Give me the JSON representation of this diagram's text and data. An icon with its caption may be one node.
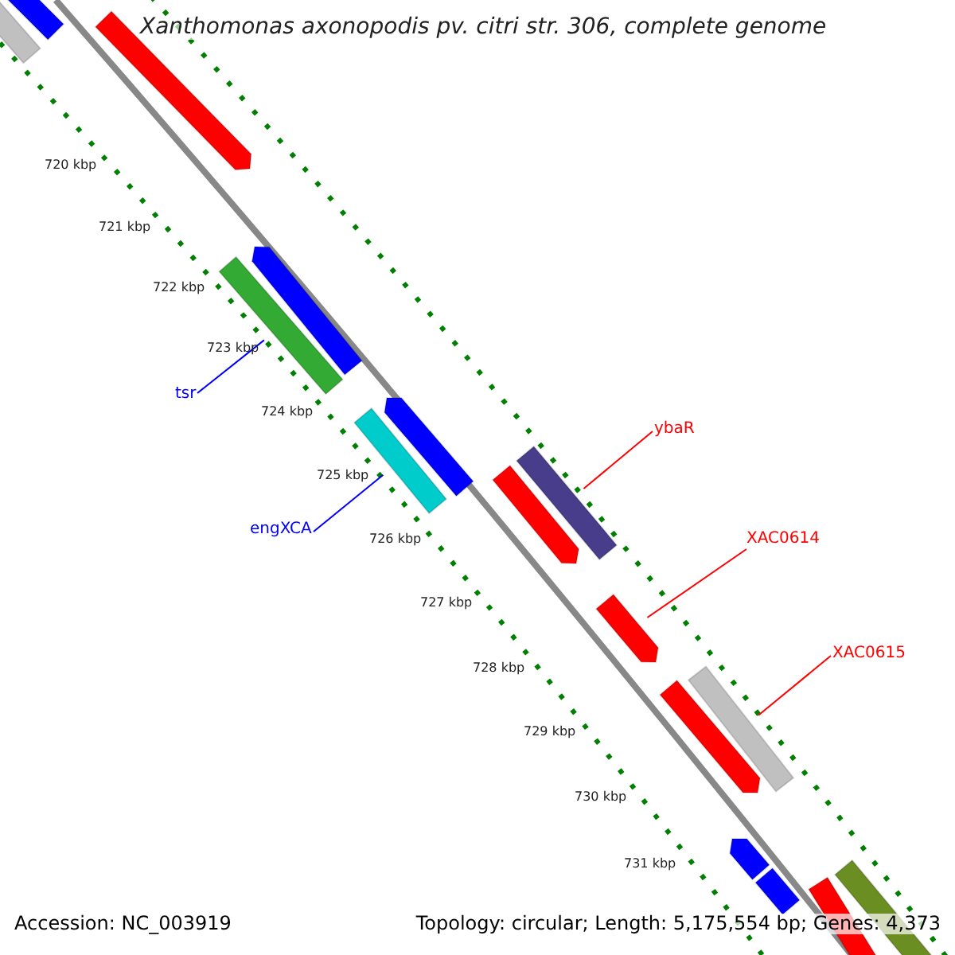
{
  "diagram": {
    "title": "Xanthomonas axonopodis pv. citri str. 306, complete genome",
    "nodes": [
      {
        "text": [
          "tsr"
        ]
      },
      {
        "text": [
          "ybaR"
        ]
      },
      {
        "text": [
          "engXCA"
        ]
      },
      {
        "text": [
          "XAC0614"
        ]
      },
      {
        "text": [
          "XAC0615"
        ]
      },
      {
        "text": [],
        "shape": "bar"
      },
      {
        "text": [],
        "shape": "bar"
      },
      {
        "text": [],
        "shape": "bar"
      },
      {
        "text": [],
        "shape": "bar"
      },
      {
        "text": [],
        "shape": "bar"
      },
      {
        "text": [],
        "shape": "bar"
      },
      {
        "text": [],
        "shape": "bar"
      },
      {
        "text": [],
        "shape": "bar"
      },
      {
        "text": [],
        "shape": "bar"
      },
      {
        "text": [],
        "shape": "bar"
      },
      {
        "text": [],
        "shape": "bar"
      },
      {
        "text": [],
        "shape": "bar"
      },
      {
        "text": [],
        "shape": "bar"
      },
      {
        "text": [],
        "shape": "bar"
      },
      {
        "text": [],
        "shape": "bar"
      },
      {
        "text": [],
        "shape": "bar"
      }
    ],
    "edges": [
      {
        "from": 0,
        "to": 9,
        "arrow": "none",
        "color": "#0000ff"
      },
      {
        "from": 1,
        "to": 12,
        "arrow": "none"
      },
      {
        "from": 2,
        "to": 11,
        "arrow": "none",
        "color": "#0000ff"
      },
      {
        "from": 3,
        "to": 14,
        "arrow": "none"
      },
      {
        "from": 4,
        "to": 15,
        "arrow": "none"
      }
    ],
    "labels": [
      "720 kbp",
      "721 kbp",
      "722 kbp",
      "723 kbp",
      "724 kbp",
      "725 kbp",
      "726 kbp",
      "727 kbp",
      "728 kbp",
      "729 kbp",
      "730 kbp",
      "731 kbp",
      "Accession: NC_003919",
      "Topology: circular; Length: 5,175,554 bp; Genes: 4,373"
    ]
  }
}
